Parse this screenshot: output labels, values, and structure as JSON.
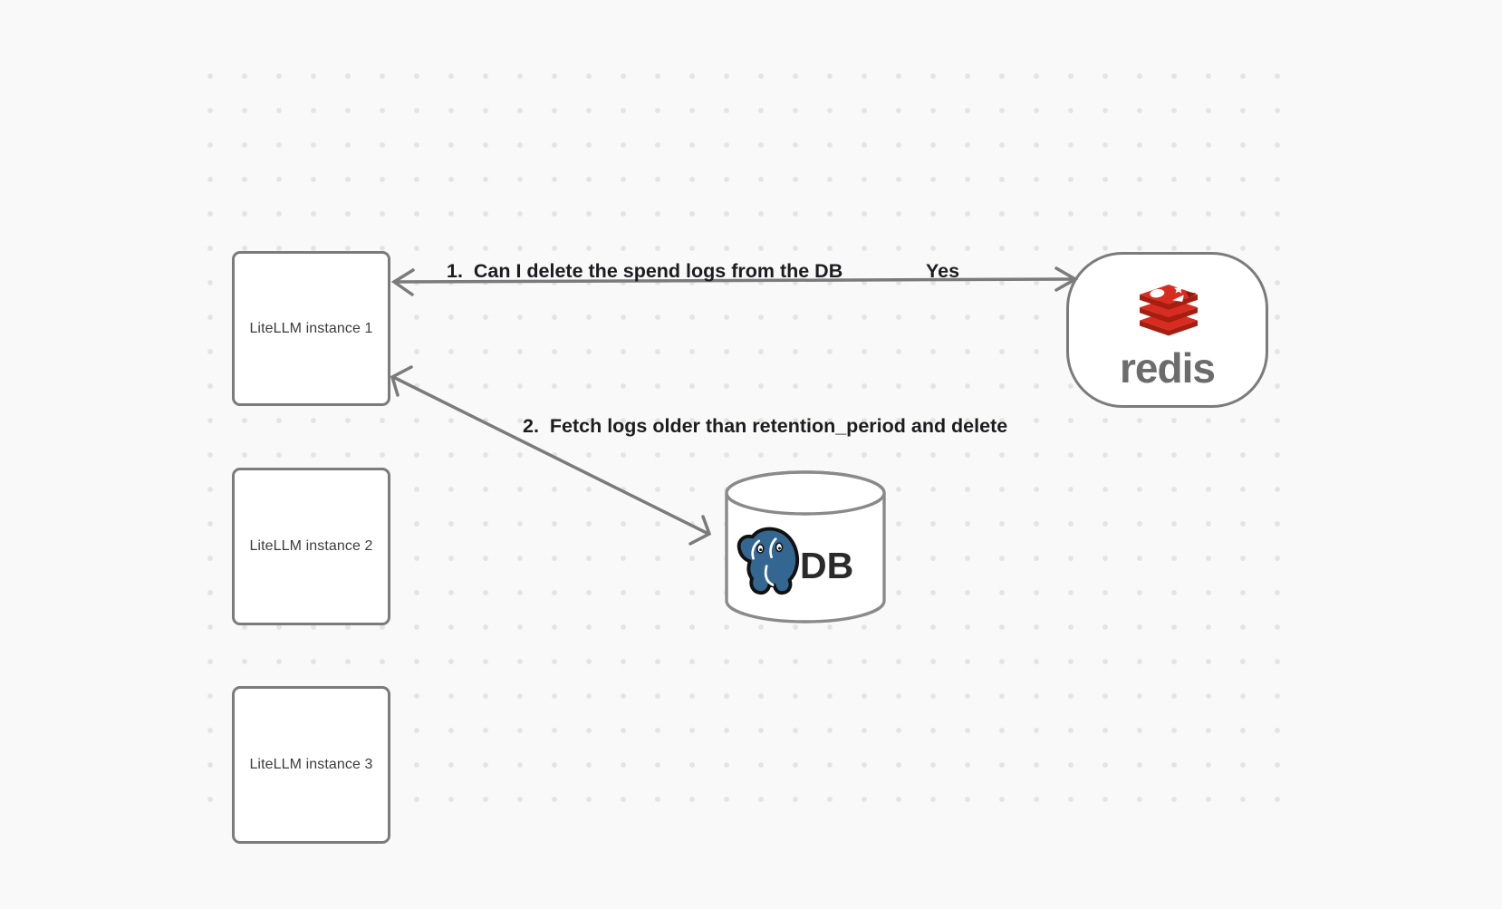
{
  "diagram": {
    "nodes": {
      "instances": [
        {
          "label": "LiteLLM instance 1"
        },
        {
          "label": "LiteLLM instance 2"
        },
        {
          "label": "LiteLLM instance 3"
        }
      ],
      "redis": {
        "wordmark": "redis",
        "logo": "redis-stack-logo"
      },
      "db": {
        "label": "DB",
        "logo": "postgresql-elephant-logo",
        "shape": "cylinder"
      }
    },
    "edges": [
      {
        "id": "edge-1",
        "from": "LiteLLM instance 1",
        "to": "redis",
        "direction": "bidirectional",
        "label": "1.  Can I delete the spend logs from the DB",
        "answer": "Yes"
      },
      {
        "id": "edge-2",
        "from": "LiteLLM instance 1",
        "to": "DB",
        "direction": "bidirectional",
        "label": "2.  Fetch logs older than retention_period and delete"
      }
    ],
    "colors": {
      "background": "#f9f9f9",
      "grid_dots": "#e4e4e4",
      "shape_stroke": "#7b7b7b",
      "edge_label_text": "#1d1d1f",
      "node_label_text": "#3c3c3c",
      "redis_red": "#d82c20",
      "redis_dark_red": "#a41e11",
      "redis_wordmark_gray": "#6c6c6c",
      "postgres_blue": "#336791",
      "db_label_text": "#2a2a2a"
    }
  }
}
